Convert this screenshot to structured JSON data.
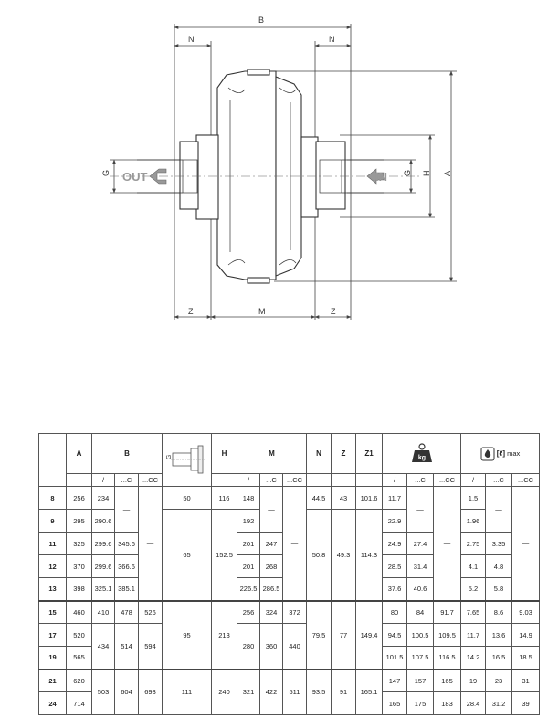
{
  "drawing": {
    "dims": {
      "B": "B",
      "N_left": "N",
      "N_right": "N",
      "G_left": "G",
      "G_right": "G",
      "H": "H",
      "A": "A",
      "Z_left": "Z",
      "Z_right": "Z",
      "M": "M"
    },
    "out_label": "OUT",
    "in_label": "IN"
  },
  "table": {
    "headers": {
      "A": "A",
      "B": "B",
      "H": "H",
      "M": "M",
      "N": "N",
      "Z": "Z",
      "Z1": "Z1",
      "max_label": "max",
      "oil_symbol": "[ℓ]"
    },
    "sub": {
      "s1": "/",
      "s2": "...C",
      "s3": "...CC"
    },
    "dash": "—",
    "rows": [
      {
        "size": "8",
        "A": "256",
        "B1": "234",
        "G": "50",
        "H": "116",
        "M1": "148",
        "N": "44.5",
        "Z": "43",
        "Z1": "101.6",
        "kg1": "11.7",
        "oil1": "1.5"
      },
      {
        "size": "9",
        "A": "295",
        "B1": "290.6",
        "M1": "192",
        "kg1": "22.9",
        "oil1": "1.96"
      },
      {
        "size": "11",
        "A": "325",
        "B1": "299.6",
        "B2": "345.6",
        "G": "65",
        "H": "152.5",
        "M1": "201",
        "M2": "247",
        "N": "50.8",
        "Z": "49.3",
        "Z1": "114.3",
        "kg1": "24.9",
        "kg2": "27.4",
        "oil1": "2.75",
        "oil2": "3.35"
      },
      {
        "size": "12",
        "A": "370",
        "B1": "299.6",
        "B2": "366.6",
        "M1": "201",
        "M2": "268",
        "kg1": "28.5",
        "kg2": "31.4",
        "oil1": "4.1",
        "oil2": "4.8"
      },
      {
        "size": "13",
        "A": "398",
        "B1": "325.1",
        "B2": "385.1",
        "M1": "226.5",
        "M2": "286.5",
        "kg1": "37.6",
        "kg2": "40.6",
        "oil1": "5.2",
        "oil2": "5.8"
      },
      {
        "size": "15",
        "A": "460",
        "B1": "410",
        "B2": "478",
        "B3": "526",
        "G": "95",
        "H": "213",
        "M1": "256",
        "M2": "324",
        "M3": "372",
        "N": "79.5",
        "Z": "77",
        "Z1": "149.4",
        "kg1": "80",
        "kg2": "84",
        "kg3": "91.7",
        "oil1": "7.65",
        "oil2": "8.6",
        "oil3": "9.03"
      },
      {
        "size": "17",
        "A": "520",
        "B1": "434",
        "B2": "514",
        "B3": "594",
        "M1": "280",
        "M2": "360",
        "M3": "440",
        "kg1": "94.5",
        "kg2": "100.5",
        "kg3": "109.5",
        "oil1": "11.7",
        "oil2": "13.6",
        "oil3": "14.9"
      },
      {
        "size": "19",
        "A": "565",
        "kg1": "101.5",
        "kg2": "107.5",
        "kg3": "116.5",
        "oil1": "14.2",
        "oil2": "16.5",
        "oil3": "18.5"
      },
      {
        "size": "21",
        "A": "620",
        "B1": "503",
        "B2": "604",
        "B3": "693",
        "G": "111",
        "H": "240",
        "M1": "321",
        "M2": "422",
        "M3": "511",
        "N": "93.5",
        "Z": "91",
        "Z1": "165.1",
        "kg1": "147",
        "kg2": "157",
        "kg3": "165",
        "oil1": "19",
        "oil2": "23",
        "oil3": "31"
      },
      {
        "size": "24",
        "A": "714",
        "kg1": "165",
        "kg2": "175",
        "kg3": "183",
        "oil1": "28.4",
        "oil2": "31.2",
        "oil3": "39"
      }
    ]
  }
}
